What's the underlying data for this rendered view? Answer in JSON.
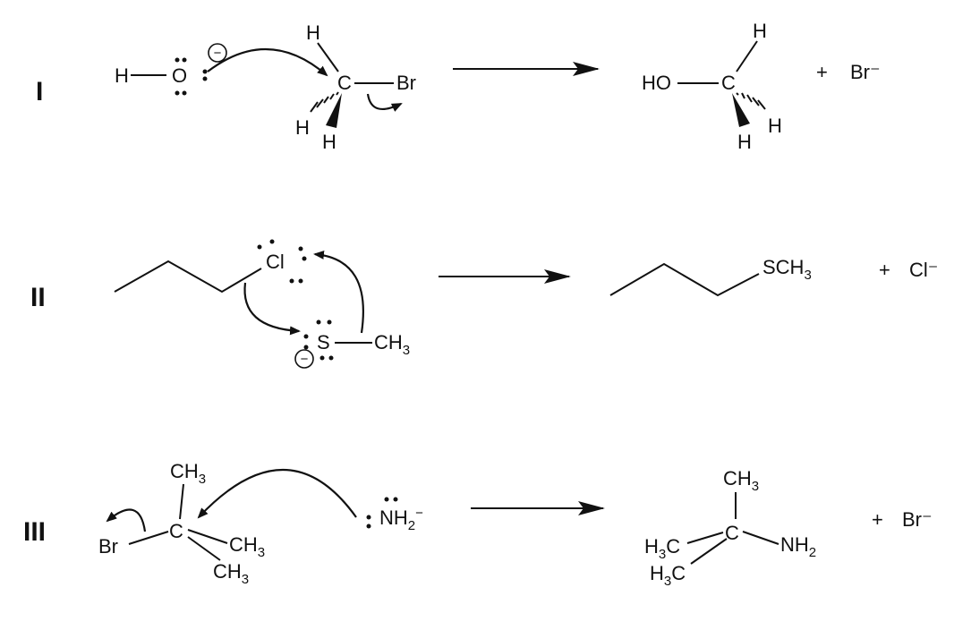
{
  "reactions": [
    {
      "numeral": "I",
      "nucleophile": {
        "H": "H",
        "O": "O",
        "charge": "−"
      },
      "substrate": {
        "H_top": "H",
        "C": "C",
        "Br": "Br",
        "H_left": "H",
        "H_bottom": "H"
      },
      "product": {
        "HO": "HO",
        "C": "C",
        "H_top": "H",
        "H_right": "H",
        "H_bottom": "H"
      },
      "plus": "+",
      "leaving_group": "Br⁻"
    },
    {
      "numeral": "II",
      "substrate": {
        "Cl": "Cl"
      },
      "nucleophile": {
        "S": "S",
        "CH": "CH",
        "sub3": "3",
        "charge": "−"
      },
      "product": {
        "SCH": "SCH",
        "sub3": "3"
      },
      "plus": "+",
      "leaving_group": "Cl⁻"
    },
    {
      "numeral": "III",
      "substrate": {
        "CH_top": "CH",
        "sub3_top": "3",
        "Br": "Br",
        "C": "C",
        "CH_right": "CH",
        "sub3_right": "3",
        "CH_bottom": "CH",
        "sub3_bottom": "3"
      },
      "nucleophile": {
        "NH": "NH",
        "sub2": "2",
        "charge": "−"
      },
      "product": {
        "CH_top": "CH",
        "sub3_top": "3",
        "H_a": "H",
        "sub3_a": "3",
        "C_a": "C",
        "C": "C",
        "NH": "NH",
        "sub2": "2",
        "H_b": "H",
        "sub3_b": "3",
        "C_b": "C"
      },
      "plus": "+",
      "leaving_group": "Br⁻"
    }
  ]
}
